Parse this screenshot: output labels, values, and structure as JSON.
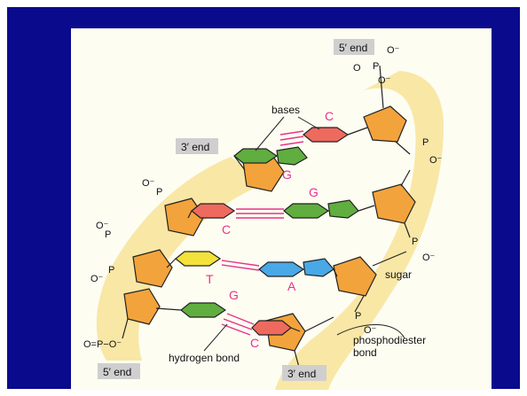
{
  "figure": {
    "labels": {
      "five_end_top": "5′ end",
      "three_end_left": "3′ end",
      "five_end_bottom": "5′ end",
      "three_end_bottom": "3′ end",
      "bases": "bases",
      "sugar": "sugar",
      "hydrogen_bond": "hydrogen bond",
      "phosphodiester_line1": "phosphodiester",
      "phosphodiester_line2": "bond"
    },
    "base_letters": {
      "c_top": "C",
      "g_left": "G",
      "g_mid": "G",
      "c_left": "C",
      "t": "T",
      "a": "A",
      "g_low": "G",
      "c_bottom": "C"
    },
    "chem": {
      "o": "O",
      "o_minus": "O⁻",
      "p": "P",
      "o_eq_p": "O=P−O⁻"
    },
    "colors": {
      "background": "#0a0a8c",
      "figure_bg": "#fdfdf2",
      "backbone": "#f9e7a6",
      "sugar": "#f3a33b",
      "base_green": "#5fae3f",
      "base_red": "#ee6a5e",
      "base_yellow": "#f2e23a",
      "base_blue": "#49a8e6",
      "hbond": "#e8338a"
    }
  }
}
